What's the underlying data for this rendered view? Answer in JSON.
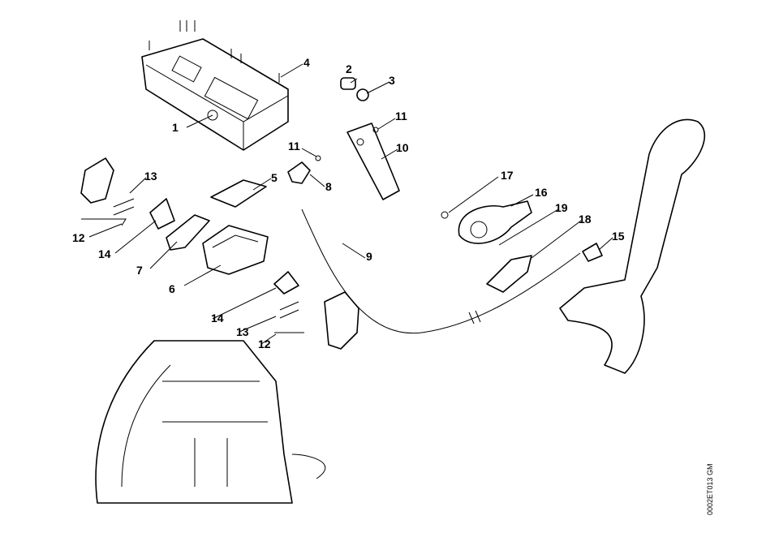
{
  "diagram": {
    "drawing_code": "0002ET013 GM",
    "callouts": {
      "c1": "1",
      "c2": "2",
      "c3": "3",
      "c4": "4",
      "c5": "5",
      "c6": "6",
      "c7": "7",
      "c8": "8",
      "c9": "9",
      "c10": "10",
      "c11a": "11",
      "c11b": "11",
      "c12a": "12",
      "c12b": "12",
      "c13a": "13",
      "c13b": "13",
      "c14a": "14",
      "c14b": "14",
      "c15": "15",
      "c16": "16",
      "c17": "17",
      "c18": "18",
      "c19": "19"
    }
  }
}
